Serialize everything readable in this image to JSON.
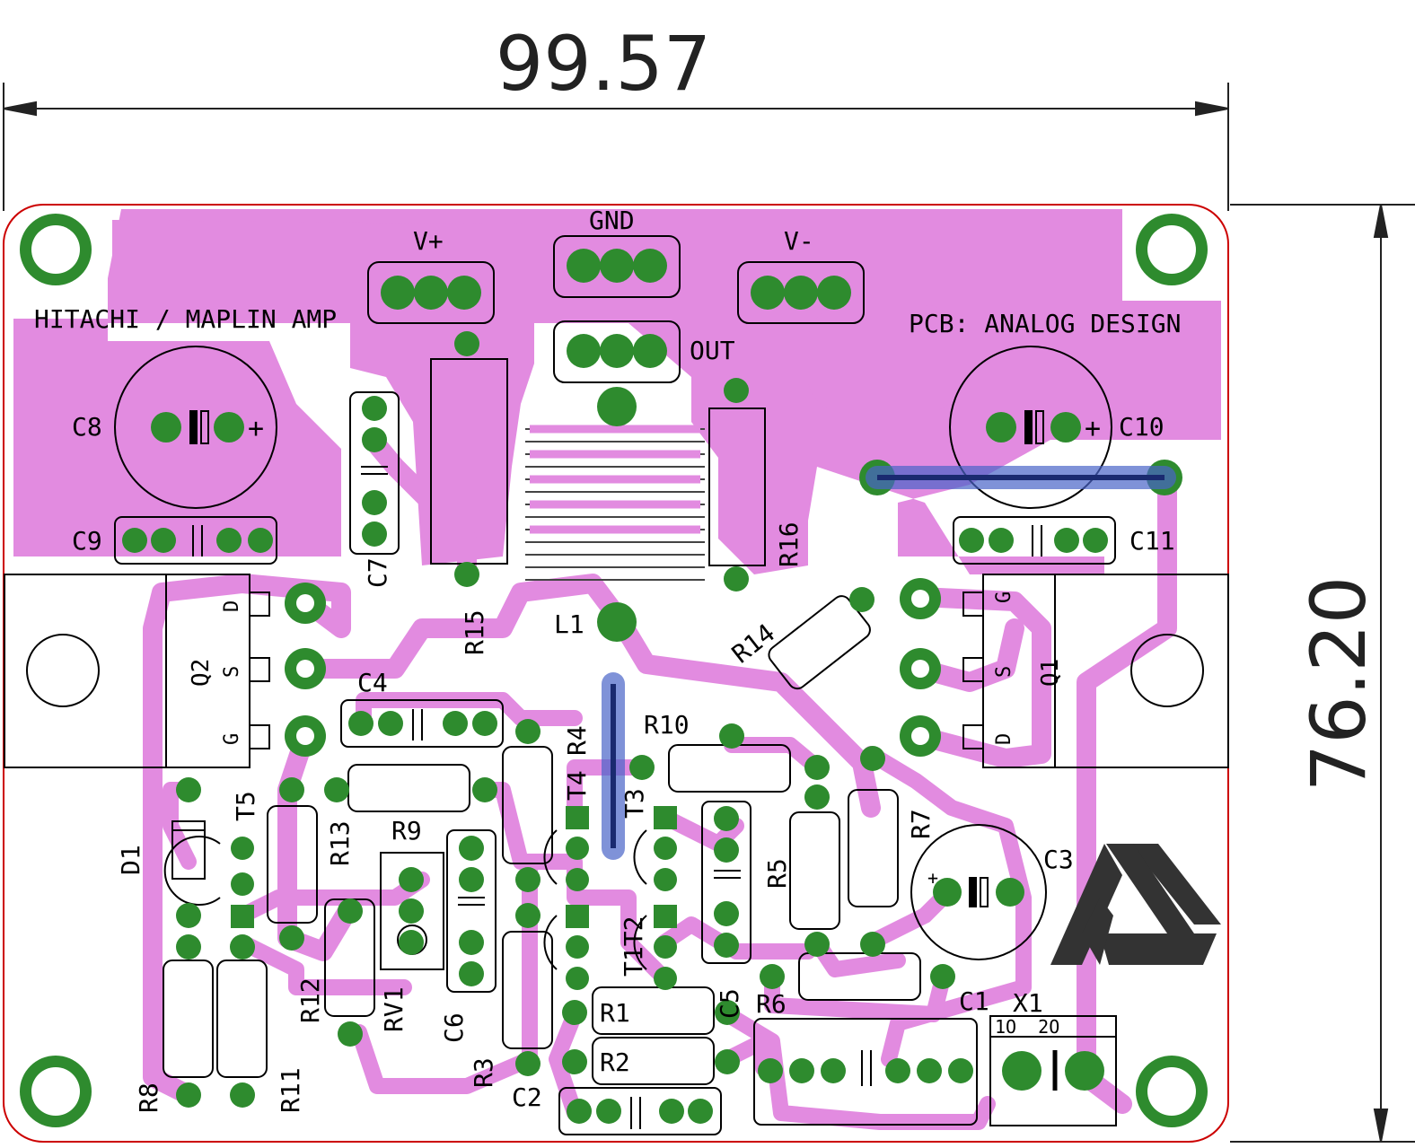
{
  "dimensions": {
    "width": "99.57",
    "height": "76.20"
  },
  "board": {
    "title_left": "HITACHI / MAPLIN AMP",
    "title_right": "PCB: ANALOG DESIGN"
  },
  "connectors": {
    "vplus": "V+",
    "gnd": "GND",
    "vminus": "V-",
    "out": "OUT",
    "x1": "X1",
    "x1_pins": "1O  2O"
  },
  "refs": {
    "C8": "C8",
    "C9": "C9",
    "C7": "C7",
    "C10": "C10",
    "C11": "C11",
    "R15": "R15",
    "R16": "R16",
    "L1": "L1",
    "Q2": "Q2",
    "Q1": "Q1",
    "R14": "R14",
    "C4": "C4",
    "R10": "R10",
    "R4": "R4",
    "T4": "T4",
    "T3": "T3",
    "D1": "D1",
    "T5": "T5",
    "R13": "R13",
    "R9": "R9",
    "R7": "R7",
    "C3": "C3",
    "R5": "R5",
    "R12": "R12",
    "RV1": "RV1",
    "C6": "C6",
    "T1T2": "T1T2",
    "C5": "C5",
    "R6": "R6",
    "C1": "C1",
    "R1": "R1",
    "R2": "R2",
    "R8": "R8",
    "R11": "R11",
    "R3": "R3",
    "C2": "C2"
  },
  "pin_labels": {
    "D": "D",
    "S": "S",
    "G": "G",
    "plus": "+"
  },
  "colors": {
    "copper": "#e28be0",
    "pad": "#2e8b2e",
    "jumper": "#4a64c8",
    "outline": "#cc0000",
    "silk": "#000000"
  }
}
